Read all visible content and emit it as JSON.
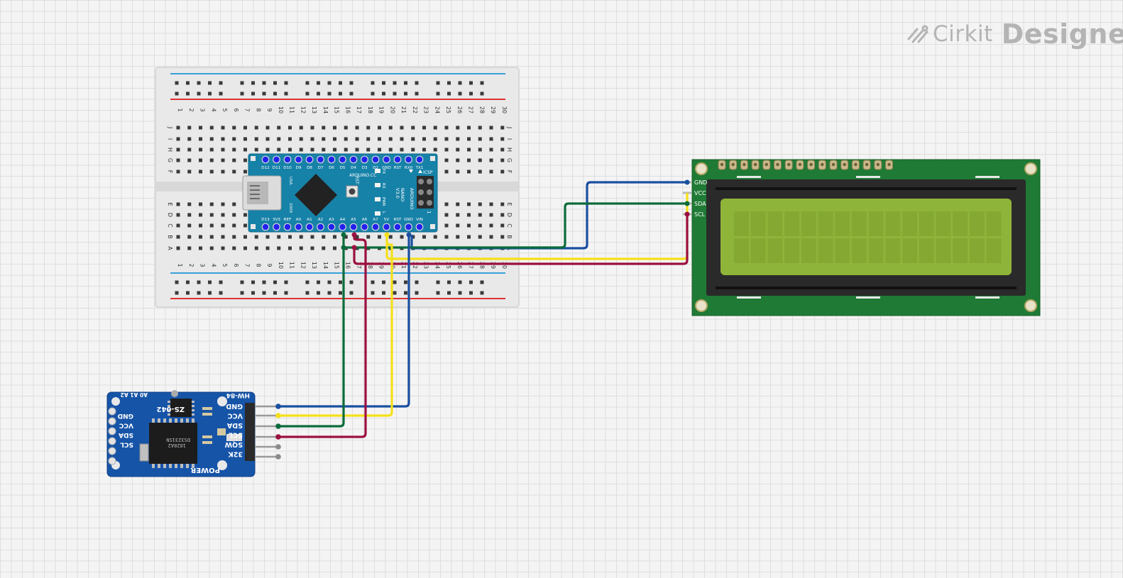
{
  "logo": {
    "brand": "Cirkit",
    "product": "Designer",
    "icon": "cirkit-logo-icon"
  },
  "breadboard": {
    "columns": [
      "1",
      "2",
      "3",
      "4",
      "5",
      "6",
      "7",
      "8",
      "9",
      "10",
      "11",
      "12",
      "13",
      "14",
      "15",
      "16",
      "17",
      "18",
      "19",
      "20",
      "21",
      "22",
      "23",
      "24",
      "25",
      "26",
      "27",
      "28",
      "29",
      "30"
    ],
    "rows_top": [
      "J",
      "I",
      "H",
      "G",
      "F"
    ],
    "rows_bottom": [
      "E",
      "D",
      "C",
      "B",
      "A"
    ]
  },
  "arduino": {
    "top_pins": [
      "D12",
      "D11",
      "D10",
      "D9",
      "D8",
      "D7",
      "D6",
      "D5",
      "D4",
      "D3",
      "D2",
      "GND",
      "RST",
      "RX0",
      "TX1"
    ],
    "bottom_pins": [
      "D13",
      "3V3",
      "REF",
      "A0",
      "A1",
      "A2",
      "A3",
      "A4",
      "A5",
      "A6",
      "A7",
      "5V",
      "RST",
      "GND",
      "VIN"
    ],
    "texts": {
      "site": "ARDUINO.CC",
      "name1": "ARDUINO",
      "name2": "NANO",
      "version": "V3.0",
      "icsp": "ICSP",
      "usa": "USA",
      "year": "2009",
      "rst": "RST",
      "led_tx": "TX",
      "led_rx": "RX",
      "led_pwr": "PWR",
      "led_l": "L",
      "one": "1"
    }
  },
  "lcd": {
    "pins": [
      "GND",
      "VCC",
      "SDA",
      "SCL"
    ]
  },
  "rtc": {
    "model": "ZS-042",
    "board": "HW-84",
    "power": "POWER",
    "addr": "A0 A1 A2",
    "pins_right": [
      "GND",
      "VCC",
      "SDA",
      "SCL",
      "SQW",
      "32K"
    ],
    "pins_left": [
      "GND",
      "VCC",
      "SDA",
      "SCL"
    ],
    "chip1": "DS3231SN",
    "chip2": "1828A2"
  },
  "colors": {
    "wire_gnd": "#1a4fa0",
    "wire_vcc": "#f6e01a",
    "wire_sda": "#0b6b3a",
    "wire_scl": "#9b1040",
    "nano_board": "#1782a8",
    "lcd_pcb": "#1f7a35",
    "lcd_screen": "#8fb43a",
    "rtc_pcb": "#1654a8"
  }
}
